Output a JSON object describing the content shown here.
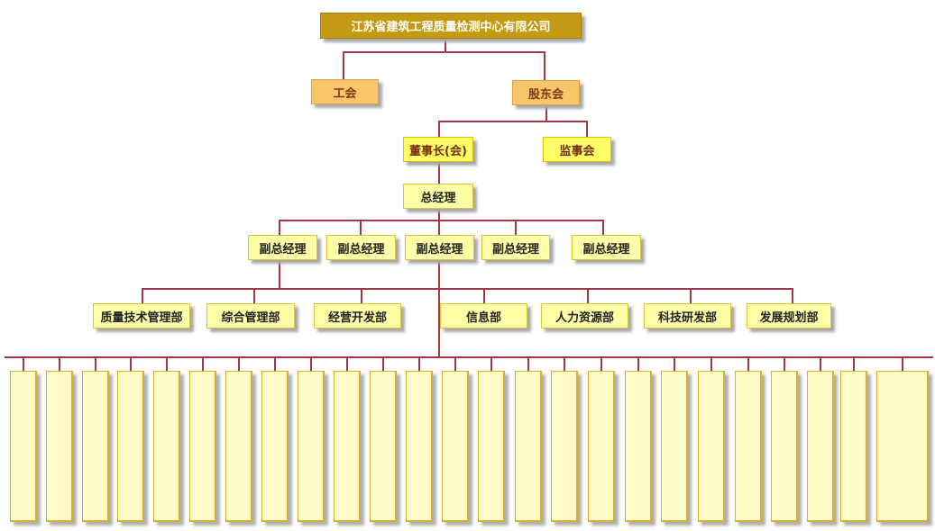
{
  "root": "江苏省建筑工程质量检测中心有限公司",
  "level1": [
    "工会",
    "股东会"
  ],
  "level2": [
    "董事长(会)",
    "监事会"
  ],
  "general_manager": "总经理",
  "deputy_managers": [
    "副总经理",
    "副总经理",
    "副总经理",
    "副总经理",
    "副总经理"
  ],
  "departments": [
    "质量技术管理部",
    "综合管理部",
    "经营开发部",
    "信息部",
    "人力资源部",
    "科技研发部",
    "发展规划部"
  ],
  "colors": {
    "line": "#a03848",
    "title": "#c49a12",
    "orange": "#f8c66a",
    "yellow": "#ffff66",
    "light_yellow": "#ffffa8"
  }
}
